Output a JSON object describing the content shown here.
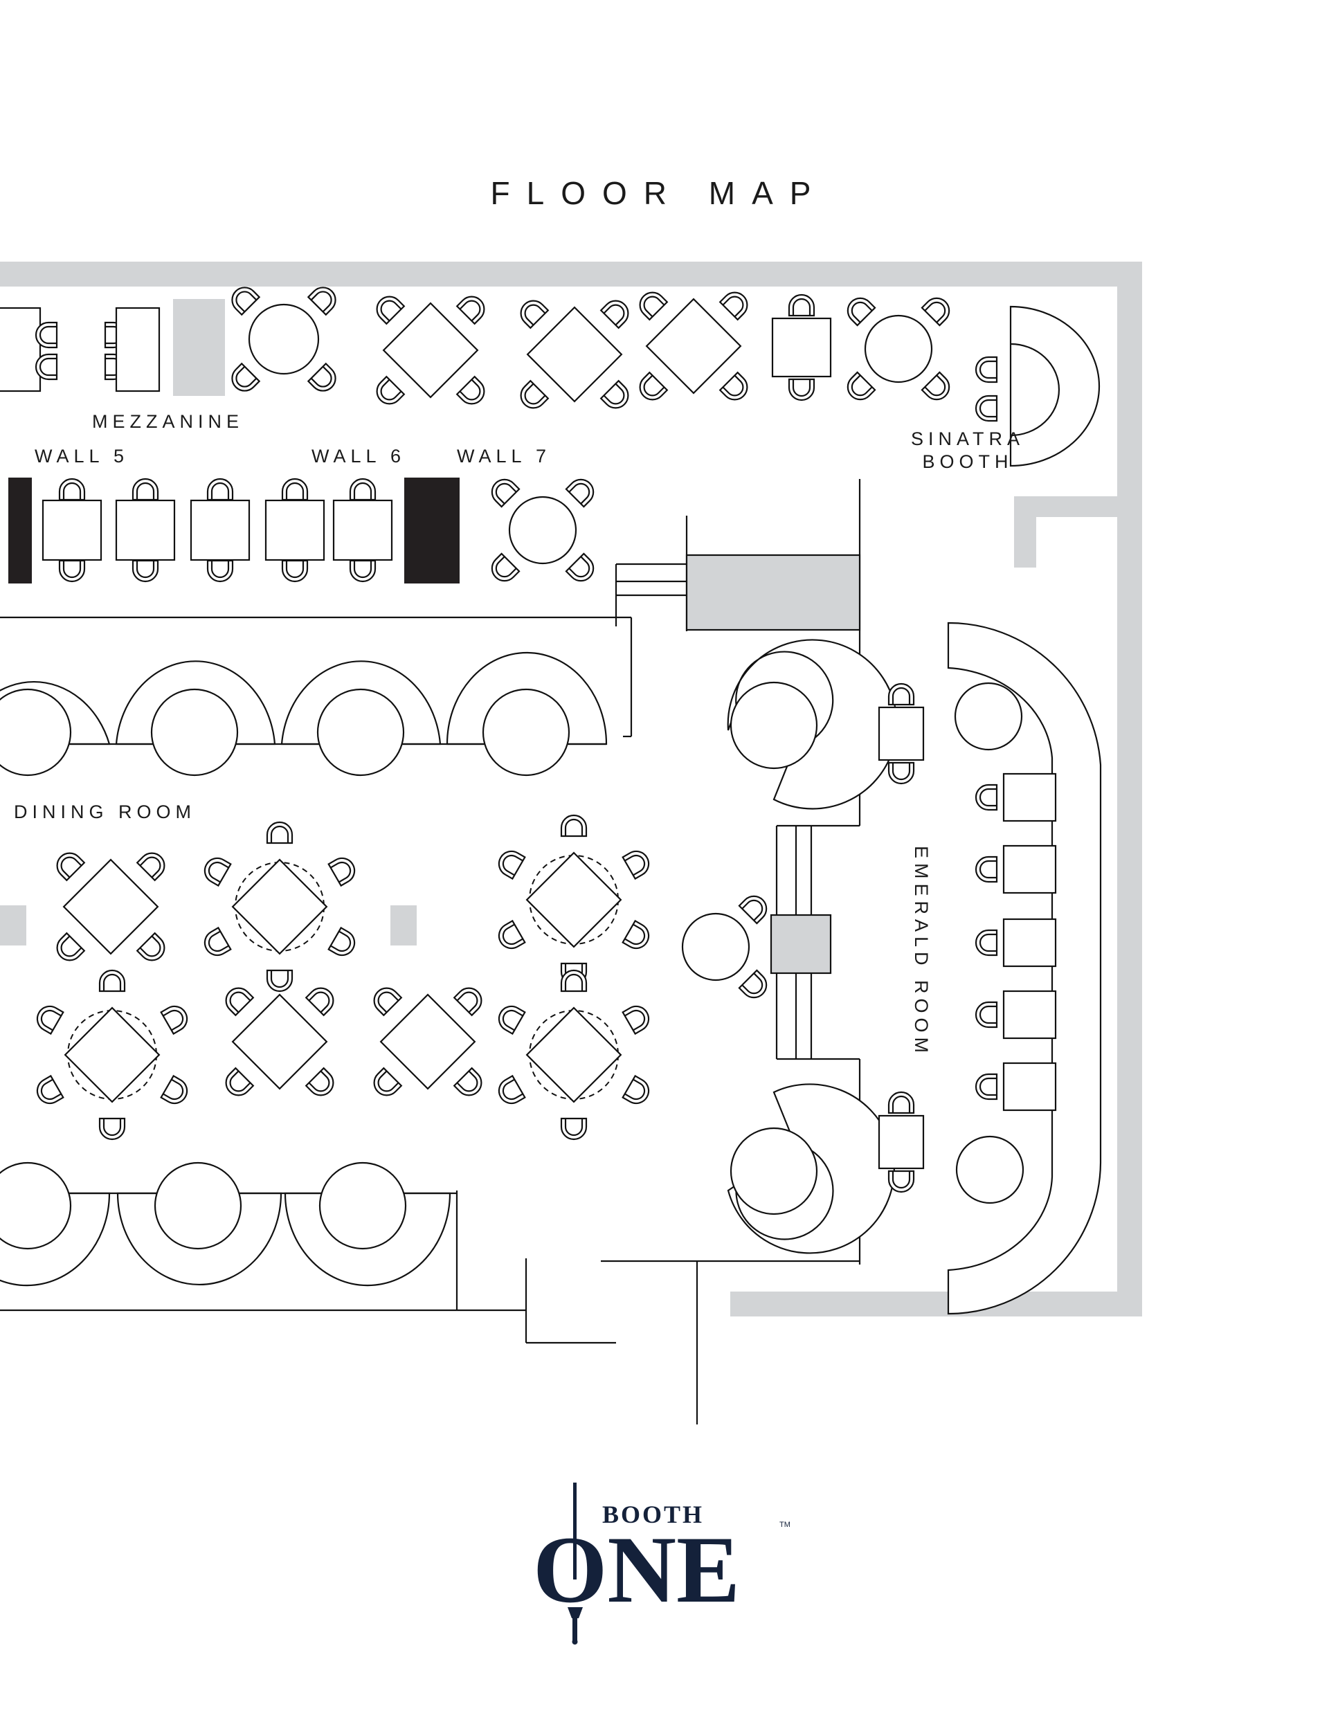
{
  "title": "FLOOR MAP",
  "labels": {
    "mezzanine": "MEZZANINE",
    "wall5": "WALL 5",
    "wall6": "WALL 6",
    "wall7": "WALL 7",
    "sinatra_line1": "SINATRA",
    "sinatra_line2": "BOOTH",
    "dining_room": "DINING ROOM",
    "emerald_room": "EMERALD ROOM"
  },
  "logo": {
    "line1": "BOOTH",
    "line2": "ONE",
    "tm": "TM"
  },
  "colors": {
    "ink": "#111111",
    "wall_gray": "#d2d4d6",
    "wall_black": "#231f20",
    "logo_navy": "#14213a",
    "background": "#ffffff"
  }
}
